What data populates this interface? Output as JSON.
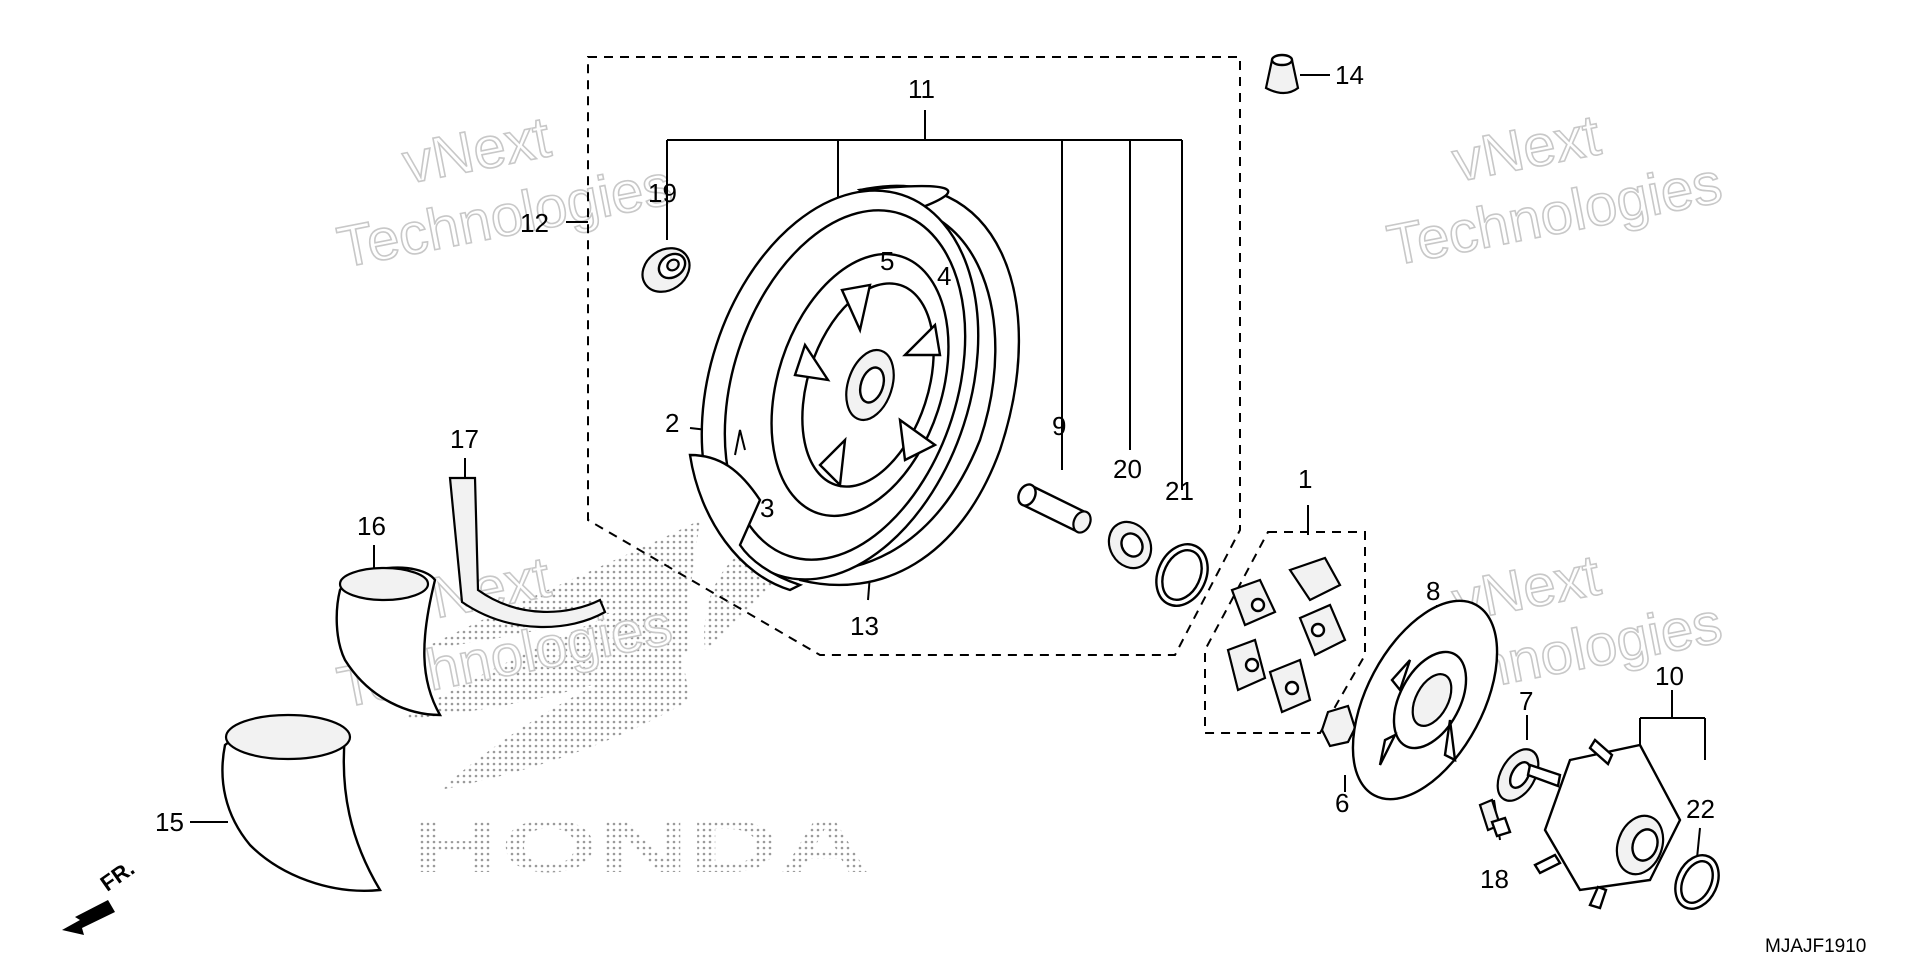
{
  "diagram_code": "MJAJF1910",
  "direction_label": "FR.",
  "brand_text": "HONDA",
  "watermark": {
    "line1": "vNext",
    "line2": "Technologies"
  },
  "callouts": [
    "1",
    "2",
    "3",
    "4",
    "5",
    "6",
    "7",
    "8",
    "9",
    "10",
    "11",
    "12",
    "13",
    "14",
    "15",
    "16",
    "17",
    "18",
    "19",
    "20",
    "21",
    "22"
  ]
}
